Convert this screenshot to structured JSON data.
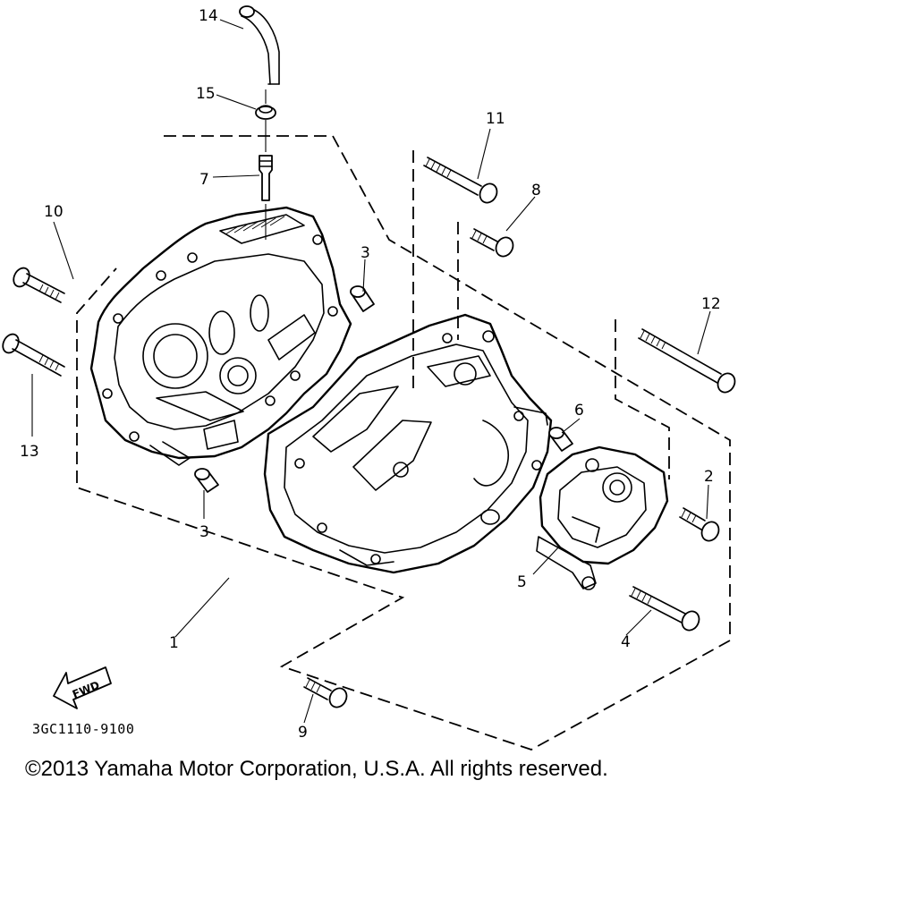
{
  "diagram": {
    "part_labels": [
      "1",
      "2",
      "3",
      "3",
      "4",
      "5",
      "6",
      "7",
      "8",
      "9",
      "10",
      "11",
      "12",
      "13",
      "14",
      "15"
    ],
    "forward_arrow_text": "FWD",
    "reference_code": "3GC1110-9100"
  },
  "footer": {
    "copyright": "©2013 Yamaha Motor Corporation, U.S.A. All rights reserved."
  }
}
